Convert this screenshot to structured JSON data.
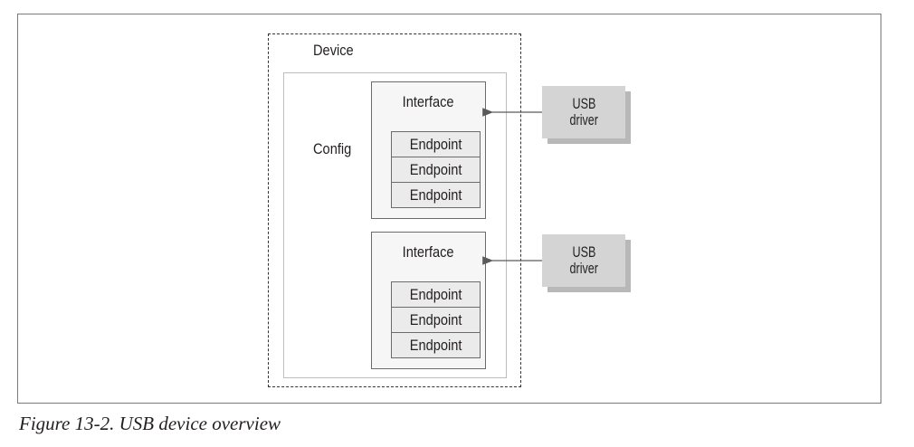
{
  "diagram": {
    "device_label": "Device",
    "config_label": "Config",
    "interfaces": [
      {
        "label": "Interface",
        "endpoints": [
          "Endpoint",
          "Endpoint",
          "Endpoint"
        ]
      },
      {
        "label": "Interface",
        "endpoints": [
          "Endpoint",
          "Endpoint",
          "Endpoint"
        ]
      }
    ],
    "drivers": [
      {
        "line1": "USB",
        "line2": "driver"
      },
      {
        "line1": "USB",
        "line2": "driver"
      }
    ]
  },
  "caption": "Figure 13-2. USB device overview"
}
